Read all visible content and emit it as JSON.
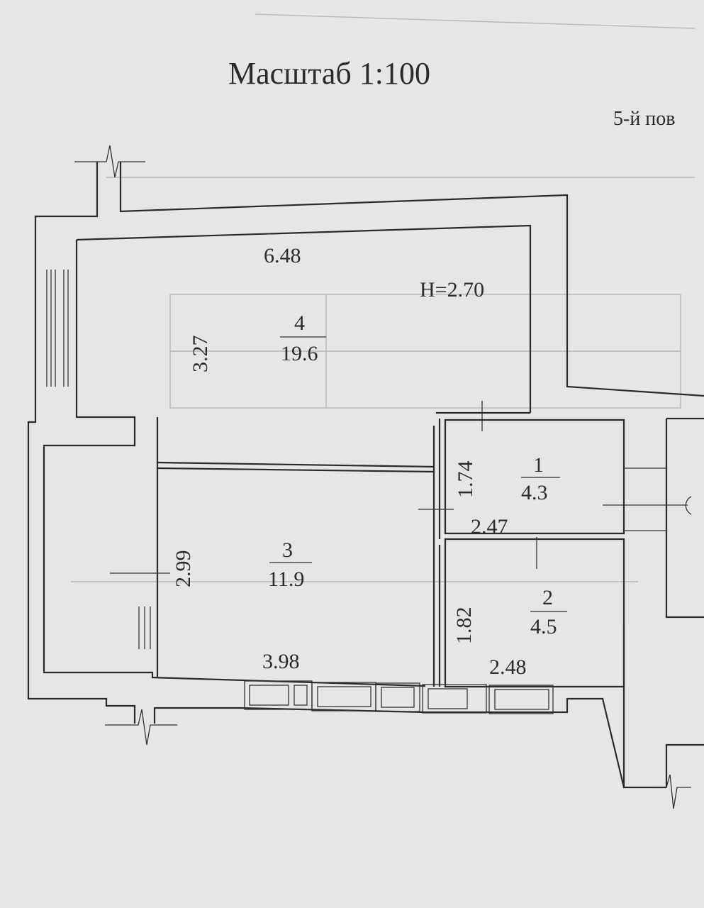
{
  "scale_label": "Масштаб 1:100",
  "floor_label": "5-й пов",
  "height_label": "H=2.70",
  "rooms": [
    {
      "number": "4",
      "area": "19.6",
      "width": "6.48",
      "depth": "3.27"
    },
    {
      "number": "3",
      "area": "11.9",
      "width": "3.98",
      "depth": "2.99"
    },
    {
      "number": "1",
      "area": "4.3",
      "width": "2.47",
      "depth": "1.74"
    },
    {
      "number": "2",
      "area": "4.5",
      "width": "2.48",
      "depth": "1.82"
    }
  ]
}
